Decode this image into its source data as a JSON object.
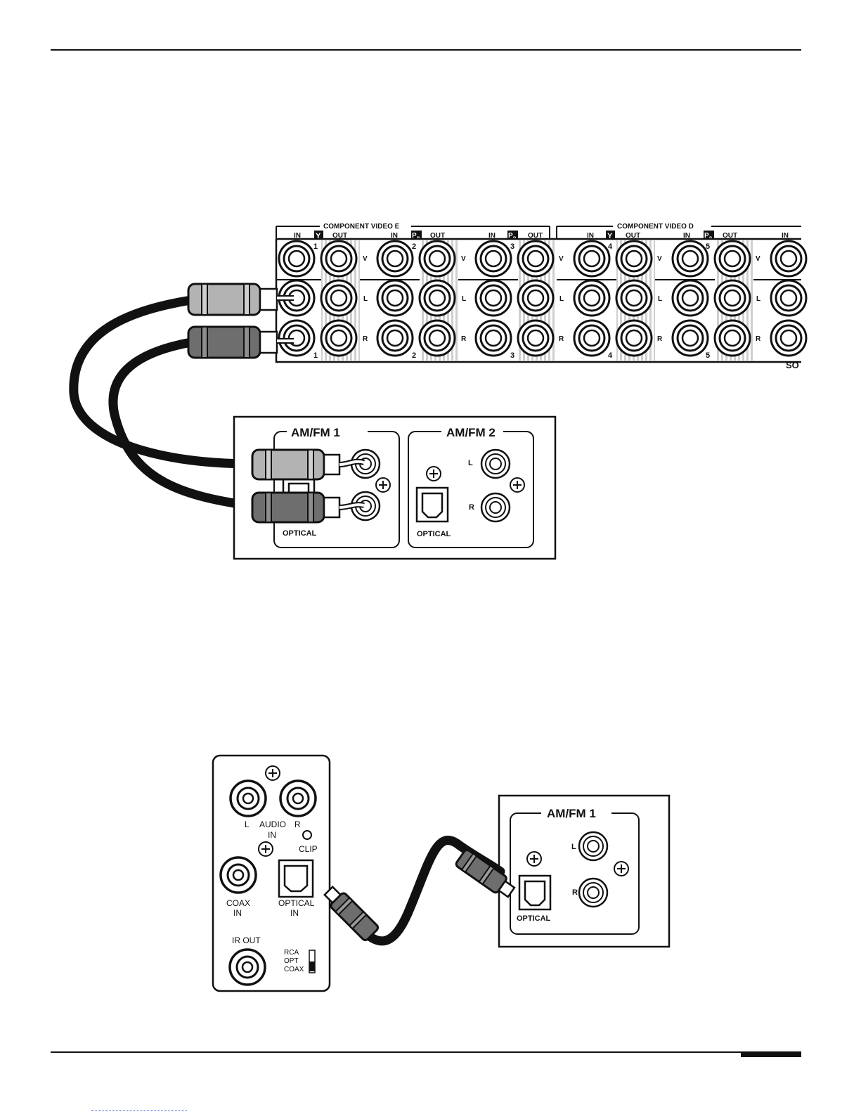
{
  "top_panel": {
    "group_e_title": "COMPONENT VIDEO E",
    "group_d_title": "COMPONENT VIDEO D",
    "in_label": "IN",
    "out_label": "OUT",
    "y_badge": "Y",
    "pb_badge": "P",
    "pb_sub": "B",
    "pr_badge": "P",
    "pr_sub": "R",
    "numbers": [
      "1",
      "2",
      "3",
      "4",
      "5"
    ],
    "v_label": "V",
    "l_label": "L",
    "r_label": "R",
    "cut_label": "SO"
  },
  "tuner_upper": {
    "am_fm_1": "AM/FM 1",
    "am_fm_2": "AM/FM 2",
    "optical_1": "OPTICAL",
    "optical_2": "OPTICAL",
    "l_label": "L",
    "r_label": "R"
  },
  "source_device": {
    "audio_l": "L",
    "audio_word": "AUDIO",
    "audio_r": "R",
    "in_word": "IN",
    "clip": "CLIP",
    "coax_in_1": "COAX",
    "coax_in_2": "IN",
    "optical_in_1": "OPTICAL",
    "optical_in_2": "IN",
    "ir_out": "IR  OUT",
    "switch_rca": "RCA",
    "switch_opt": "OPT",
    "switch_coax": "COAX"
  },
  "tuner_lower": {
    "am_fm_1": "AM/FM 1",
    "l_label": "L",
    "r_label": "R",
    "optical": "OPTICAL"
  },
  "colors": {
    "ink": "#111111",
    "plug_light": "#b3b3b3",
    "plug_dark": "#6e6e6e",
    "stripe": "#c8c8c8"
  }
}
